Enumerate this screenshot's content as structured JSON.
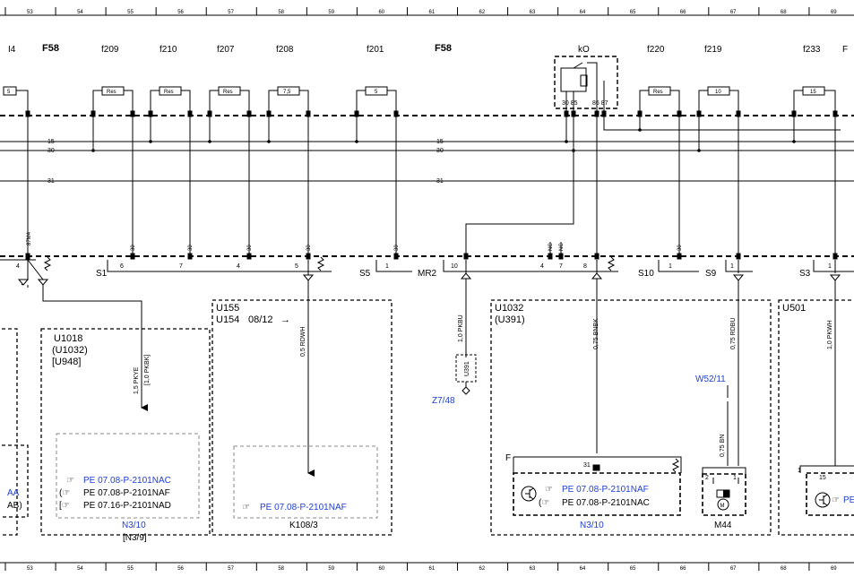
{
  "colors": {
    "ink": "#000000",
    "link": "#1f3fd6",
    "frame_gray": "#888888"
  },
  "ruler": {
    "cells": [
      "53",
      "54",
      "55",
      "56",
      "57",
      "58",
      "59",
      "60",
      "61",
      "62",
      "63",
      "64",
      "65",
      "66",
      "67",
      "68",
      "69"
    ]
  },
  "fuse_block": {
    "left_edge_label": "I4",
    "group_label_1": "F58",
    "group_label_2": "F58",
    "fuses": [
      {
        "name": "f209",
        "rating": "Res"
      },
      {
        "name": "f210",
        "rating": "Res"
      },
      {
        "name": "f207",
        "rating": "Res"
      },
      {
        "name": "f208",
        "rating": "7,5"
      },
      {
        "name": "f201",
        "rating": "5"
      },
      {
        "name": "f220",
        "rating": "Res"
      },
      {
        "name": "f219",
        "rating": "10"
      },
      {
        "name": "f233",
        "rating": "15"
      }
    ],
    "left_partial_rating": "5",
    "right_edge_label": "F",
    "relay": {
      "name": "kO",
      "pins": "30 85",
      "pins2": "86 87"
    }
  },
  "circuits": {
    "c15": "15",
    "c30": "30",
    "c31": "31"
  },
  "connector_row": {
    "groups": [
      {
        "name": "S1",
        "pins": [
          "4",
          "6",
          "7",
          "4",
          "5"
        ]
      },
      {
        "name": "S5",
        "pins": [
          "1"
        ]
      },
      {
        "name": "MR2",
        "pins": [
          "10",
          "4",
          "7",
          "8"
        ]
      },
      {
        "name": "S10",
        "pins": [
          "1"
        ]
      },
      {
        "name": "S9",
        "pins": [
          "1"
        ]
      },
      {
        "name": "S3",
        "pins": [
          "1"
        ]
      }
    ],
    "pin_tags": {
      "left": "87M4",
      "nc1": "NC",
      "nc2": "NC",
      "c30": "30",
      "c15": "15"
    }
  },
  "boxes": {
    "u1018": {
      "title": "U1018",
      "sub1": "(U1032)",
      "sub2": "[U948]"
    },
    "u155": {
      "title": "U155",
      "sub": "U154",
      "ref": "08/12",
      "arrow": "→"
    },
    "u1032": {
      "title": "U1032",
      "sub": "(U391)"
    },
    "u501": {
      "title": "U501"
    }
  },
  "wires": {
    "w1": "1,5 PKYE",
    "w1b": "[1,0 PKBK]",
    "w2": "0,5 RDWH",
    "w3": "1,0 PKBU",
    "w3tag": "U391",
    "w4": "0,75 BNBK",
    "w5": "0,75 RDBU",
    "w6": "0,75 BN",
    "w7": "1,0 PKWH"
  },
  "refs": {
    "z748": "Z7/48",
    "w5211": "W52/11",
    "left_partial1": "AA",
    "left_partial2": "AB)",
    "pe_nac": "PE 07.08-P-2101NAC",
    "pe_naf_gray": "PE 07.08-P-2101NAF",
    "pe_nad": "PE 07.16-P-2101NAD",
    "pe_naf_blue": "PE 07.08-P-2101NAF",
    "pe_naf_blue2": "PE 07.08-P-2101NAF",
    "pe_nac_2": "PE 07.08-P-2101NAC",
    "pe_partial": "PE",
    "n310": "N3/10",
    "n39": "[N3/9]",
    "k1083": "K108/3",
    "n310b": "N3/10",
    "m44": "M44",
    "f_label": "F",
    "pin31": "31",
    "m44_pin2": "2",
    "m44_pin1": "1",
    "u501_pin1": "1",
    "u501_pin15": "15"
  }
}
